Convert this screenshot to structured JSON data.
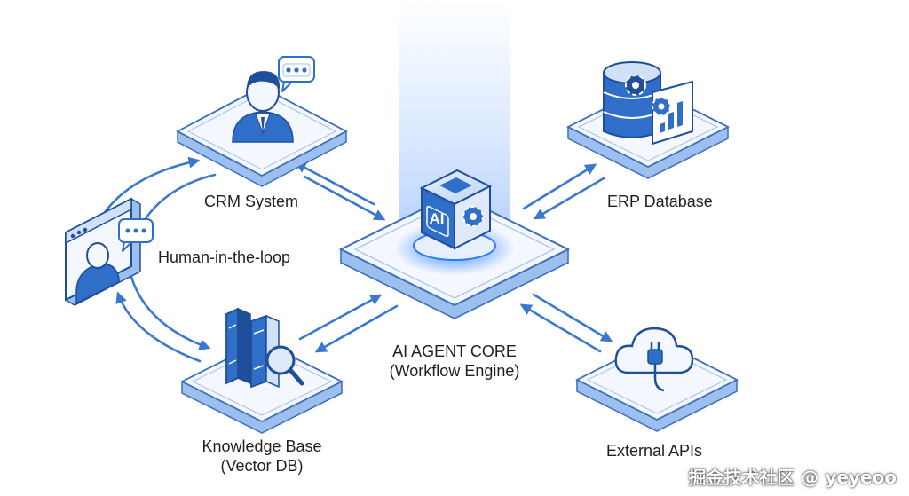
{
  "colors": {
    "primary": "#2f6fc9",
    "primary_dark": "#1f4f9a",
    "arrow": "#3a78cf",
    "platform_top": "#f4f8fe",
    "platform_side": "#7aa7e4",
    "glow": "#2a7bff"
  },
  "nodes": {
    "crm": {
      "label": "CRM System",
      "icon": "user-avatar-chat-icon"
    },
    "erp": {
      "label": "ERP Database",
      "icon": "database-gear-chart-icon"
    },
    "core": {
      "line1": "AI AGENT CORE",
      "line2": "(Workflow Engine)",
      "chip_text": "AI",
      "icon": "ai-cube-gear-icon"
    },
    "human": {
      "label": "Human-in-the-loop",
      "icon": "video-call-chat-icon"
    },
    "knowledge": {
      "line1": "Knowledge Base",
      "line2": "(Vector DB)",
      "icon": "books-magnifier-icon"
    },
    "external": {
      "label": "External APIs",
      "icon": "cloud-plug-icon"
    }
  },
  "watermark": "掘金技术社区 @ yeyeoo"
}
